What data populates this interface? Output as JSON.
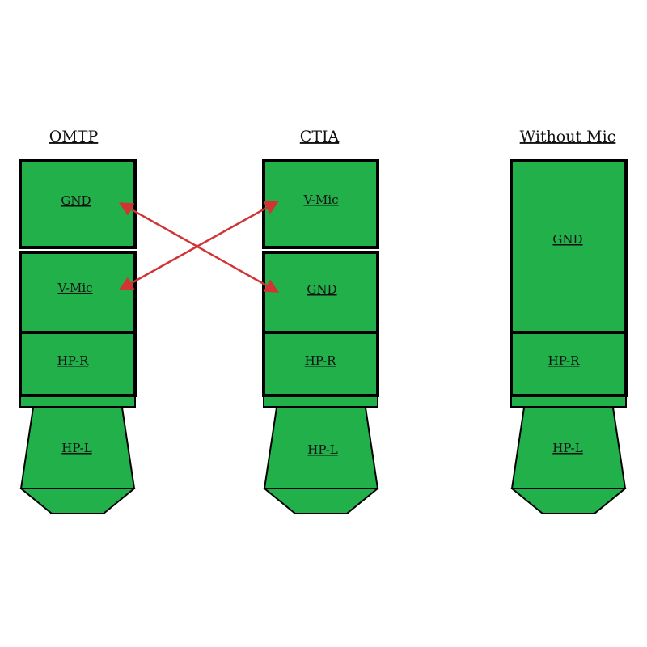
{
  "colors": {
    "fill": "#21b04a",
    "stroke": "#000000",
    "arrow": "#d03434",
    "text": "#111111"
  },
  "columns": [
    {
      "title": "OMTP",
      "segments": [
        {
          "label": "GND"
        },
        {
          "label": "V-Mic"
        },
        {
          "label": "HP-R"
        }
      ],
      "tip": {
        "label": "HP-L"
      }
    },
    {
      "title": "CTIA",
      "segments": [
        {
          "label": "V-Mic"
        },
        {
          "label": "GND"
        },
        {
          "label": "HP-R"
        }
      ],
      "tip": {
        "label": "HP-L"
      }
    },
    {
      "title": "Without Mic",
      "segments": [
        {
          "label": "GND"
        },
        {
          "label": "HP-R"
        }
      ],
      "tip": {
        "label": "HP-L"
      }
    }
  ],
  "connections": [
    {
      "from": "OMTP.GND",
      "to": "CTIA.GND"
    },
    {
      "from": "OMTP.V-Mic",
      "to": "CTIA.V-Mic"
    }
  ]
}
